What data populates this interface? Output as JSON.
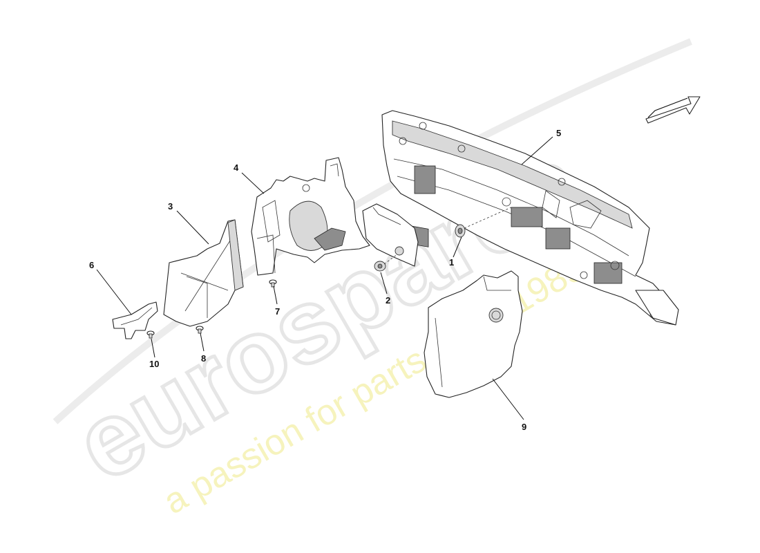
{
  "watermark": {
    "logo_text": "eurospares",
    "tagline": "a passion for parts since 1985"
  },
  "callouts": {
    "c1": "1",
    "c2": "2",
    "c3": "3",
    "c4": "4",
    "c5": "5",
    "c6": "6",
    "c7": "7",
    "c8": "8",
    "c9": "9",
    "c10": "10"
  },
  "icons": {
    "direction_arrow": "direction-arrow-icon"
  }
}
